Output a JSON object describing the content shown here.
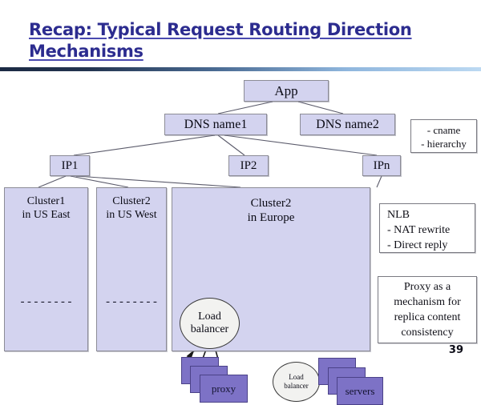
{
  "slide": {
    "title": "Recap: Typical Request Routing Direction Mechanisms",
    "page_number": "39",
    "accent_color": "#2c2c8f",
    "node_fill": "#d3d3ef",
    "stack_fill": "#7d72c6",
    "ellipse_fill": "#f2f2f0"
  },
  "diagram": {
    "nodes": {
      "app": "App",
      "dns1": "DNS name1",
      "dns2": "DNS name2",
      "ip1": "IP1",
      "ip2": "IP2",
      "ipn": "IPn"
    },
    "clusters": [
      {
        "name": "Cluster1",
        "location": "in US East",
        "filler": "--------"
      },
      {
        "name": "Cluster2",
        "location": "in US West",
        "filler": "--------"
      },
      {
        "name": "Cluster2",
        "location": "in Europe"
      }
    ],
    "europe": {
      "load_balancer_primary_line1": "Load",
      "load_balancer_primary_line2": "balancer",
      "load_balancer_secondary_line1": "Load",
      "load_balancer_secondary_line2": "balancer",
      "proxy_label": "proxy",
      "servers_label": "servers"
    }
  },
  "notes": {
    "dns_note": {
      "line1": "- cname",
      "line2": "- hierarchy"
    },
    "nlb_note": {
      "line1": "NLB",
      "line2": "- NAT rewrite",
      "line3": "- Direct reply"
    },
    "proxy_note": {
      "line1": "Proxy as a",
      "line2": "mechanism for",
      "line3": "replica content",
      "line4": "consistency"
    }
  }
}
